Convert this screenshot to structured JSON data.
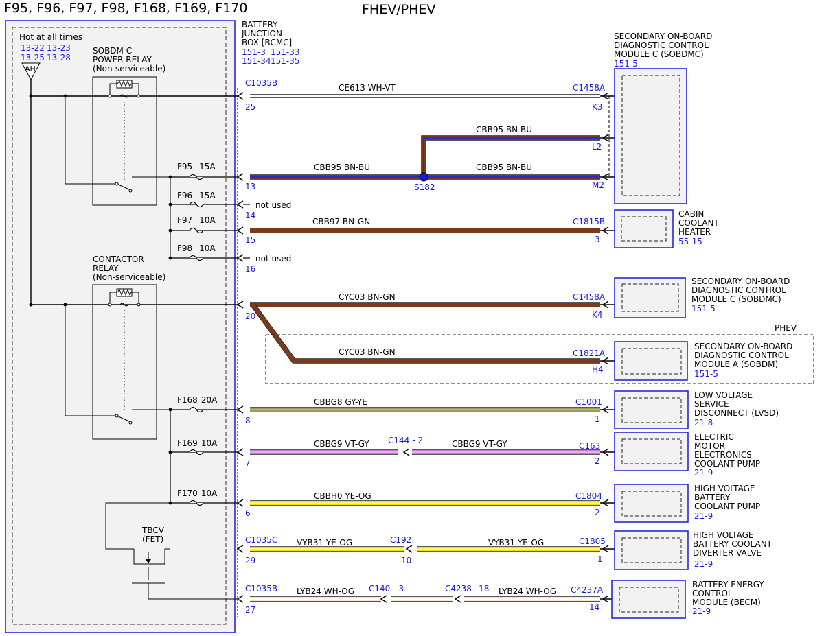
{
  "title": "F95, F96, F97, F98, F168, F169, F170",
  "subtitle": "FHEV/PHEV",
  "power": {
    "label": "Hot at all times",
    "refs": [
      "13-22",
      "13-23",
      "13-25",
      "13-28"
    ],
    "symbol": "AH"
  },
  "relays": [
    {
      "name": "SOBDM C",
      "sub": "POWER RELAY",
      "note": "(Non-serviceable)"
    },
    {
      "name": "CONTACTOR",
      "sub": "RELAY",
      "note": "(Non-serviceable)"
    }
  ],
  "tbcv": {
    "name": "TBCV",
    "sub": "(FET)"
  },
  "junction_box": {
    "lines": [
      "BATTERY",
      "JUNCTION",
      "BOX [BCMC]"
    ],
    "refs": [
      "151-3",
      "151-33",
      "151-34",
      "151-35"
    ]
  },
  "fuses": [
    {
      "name": "F95",
      "amps": "15A"
    },
    {
      "name": "F96",
      "amps": "15A"
    },
    {
      "name": "F97",
      "amps": "10A"
    },
    {
      "name": "F98",
      "amps": "10A"
    },
    {
      "name": "F168",
      "amps": "20A"
    },
    {
      "name": "F169",
      "amps": "10A"
    },
    {
      "name": "F170",
      "amps": "10A"
    }
  ],
  "not_used": "not used",
  "pins": {
    "p25": "25",
    "p13": "13",
    "p14": "14",
    "p15": "15",
    "p16": "16",
    "p20": "20",
    "p8": "8",
    "p7": "7",
    "p6": "6",
    "p29": "29",
    "p27": "27"
  },
  "connectors": {
    "c1035b_top": "C1035B",
    "c1458a_k3": "C1458A",
    "c1815b": "C1815B",
    "c1458a_k4": "C1458A",
    "c1821a": "C1821A",
    "c1001": "C1001",
    "c144": "C144",
    "c144_pin": "- 2",
    "c163": "C163",
    "c1804": "C1804",
    "c1035c": "C1035C",
    "c192": "C192",
    "c192_pin": "10",
    "c1805": "C1805",
    "c1035b_bot": "C1035B",
    "c140": "C140",
    "c140_pin": "- 3",
    "c4238": "C4238",
    "c4238_pin": "- 18",
    "c4237a": "C4237A",
    "s182": "S182"
  },
  "end_pins": {
    "k3": "K3",
    "l2": "L2",
    "m2": "M2",
    "p3": "3",
    "k4": "K4",
    "h4": "H4",
    "p1a": "1",
    "p2a": "2",
    "p2b": "2",
    "p1b": "1",
    "p14": "14"
  },
  "wires": {
    "ce613": "CE613  WH-VT",
    "cbb95_top": "CBB95  BN-BU",
    "cbb95_left": "CBB95  BN-BU",
    "cbb95_right": "CBB95  BN-BU",
    "cbb97": "CBB97  BN-GN",
    "cyc03_a": "CYC03  BN-GN",
    "cyc03_b": "CYC03  BN-GN",
    "cbbg8": "CBBG8  GY-YE",
    "cbbg9_a": "CBBG9  VT-GY",
    "cbbg9_b": "CBBG9  VT-GY",
    "cbbh0": "CBBH0  YE-OG",
    "vyb31_a": "VYB31  YE-OG",
    "vyb31_b": "VYB31  YE-OG",
    "lyb24_a": "LYB24  WH-OG",
    "lyb24_b": "LYB24  WH-OG"
  },
  "phev_label": "PHEV",
  "modules": {
    "sobdmc_top": {
      "lines": [
        "SECONDARY ON-BOARD",
        "DIAGNOSTIC CONTROL",
        "MODULE C (SOBDMC)"
      ],
      "ref": "151-5"
    },
    "cch": {
      "lines": [
        "CABIN",
        "COOLANT",
        "HEATER"
      ],
      "ref": "55-15"
    },
    "sobdmc_mid": {
      "lines": [
        "SECONDARY ON-BOARD",
        "DIAGNOSTIC CONTROL",
        "MODULE C (SOBDMC)"
      ],
      "ref": "151-5"
    },
    "sobdma": {
      "lines": [
        "SECONDARY ON-BOARD",
        "DIAGNOSTIC CONTROL",
        "MODULE A (SOBDM)"
      ],
      "ref": "151-5"
    },
    "lvsd": {
      "lines": [
        "LOW VOLTAGE",
        "SERVICE",
        "DISCONNECT (LVSD)"
      ],
      "ref": "21-8"
    },
    "emecp": {
      "lines": [
        "ELECTRIC",
        "MOTOR",
        "ELECTRONICS",
        "COOLANT PUMP"
      ],
      "ref": "21-9"
    },
    "hvbcp": {
      "lines": [
        "HIGH VOLTAGE",
        "BATTERY",
        "COOLANT PUMP"
      ],
      "ref": "21-9"
    },
    "hvbcdv": {
      "lines": [
        "HIGH VOLTAGE",
        "BATTERY COOLANT",
        "DIVERTER VALVE"
      ],
      "ref": "21-9"
    },
    "becm": {
      "lines": [
        "BATTERY ENERGY",
        "CONTROL",
        "MODULE (BECM)"
      ],
      "ref": "21-9"
    }
  },
  "colors": {
    "wh_vt": "#c9a0d8",
    "bn": "#7a3a1c",
    "bu": "#2a2ad0",
    "gy_ye": "#9c9a60",
    "vt_gy": "#c873d6",
    "ye_og": "#f2e000",
    "wh_og": "#f4e6c6",
    "blue": "#1a1adc"
  }
}
